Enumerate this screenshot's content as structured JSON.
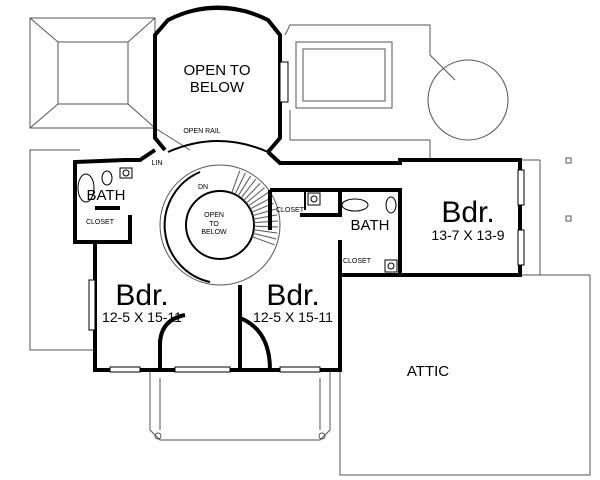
{
  "rooms": {
    "open_to_below_top": [
      "OPEN TO",
      "BELOW"
    ],
    "open_rail": "OPEN RAIL",
    "lin": "LIN",
    "dn": "DN",
    "stair_open": [
      "OPEN",
      "TO",
      "BELOW"
    ],
    "bath_left": "BATH",
    "closet_left": "CLOSET",
    "closet_mid": "CLOSET",
    "bath_right": "BATH",
    "closet_right": "CLOSET",
    "bedroom_left": {
      "label": "Bdr.",
      "size": "12-5 X 15-11"
    },
    "bedroom_mid": {
      "label": "Bdr.",
      "size": "12-5 X 15-11"
    },
    "bedroom_right": {
      "label": "Bdr.",
      "size": "13-7 X 13-9"
    },
    "attic": "ATTIC"
  }
}
